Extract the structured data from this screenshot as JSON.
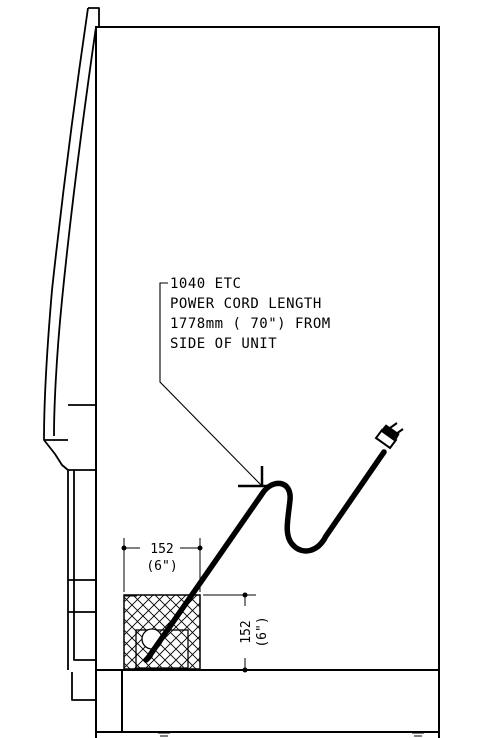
{
  "callout": {
    "line1": "1040 ETC",
    "line2": "POWER CORD LENGTH",
    "line3": "1778mm ( 70\") FROM",
    "line4": "SIDE OF UNIT"
  },
  "dimensions": {
    "width_mm": "152",
    "width_in": "(6\")",
    "height_mm": "152",
    "height_in": "(6\")"
  }
}
